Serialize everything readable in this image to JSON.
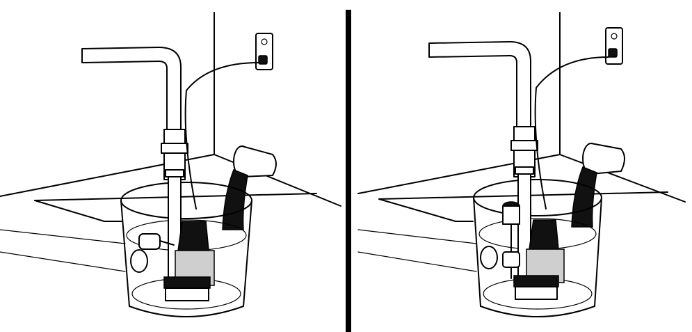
{
  "figure": {
    "panels": [
      {
        "id": "left",
        "float_switch": "tethered-float"
      },
      {
        "id": "right",
        "float_switch": "vertical-float"
      }
    ],
    "colors": {
      "line": "#000000",
      "background": "#ffffff",
      "water_shade": "#cfcfcf"
    },
    "icons": [
      "sump-pump-icon",
      "discharge-pipe-icon",
      "wall-outlet-icon",
      "inlet-pipe-icon",
      "water-stream-icon"
    ]
  }
}
